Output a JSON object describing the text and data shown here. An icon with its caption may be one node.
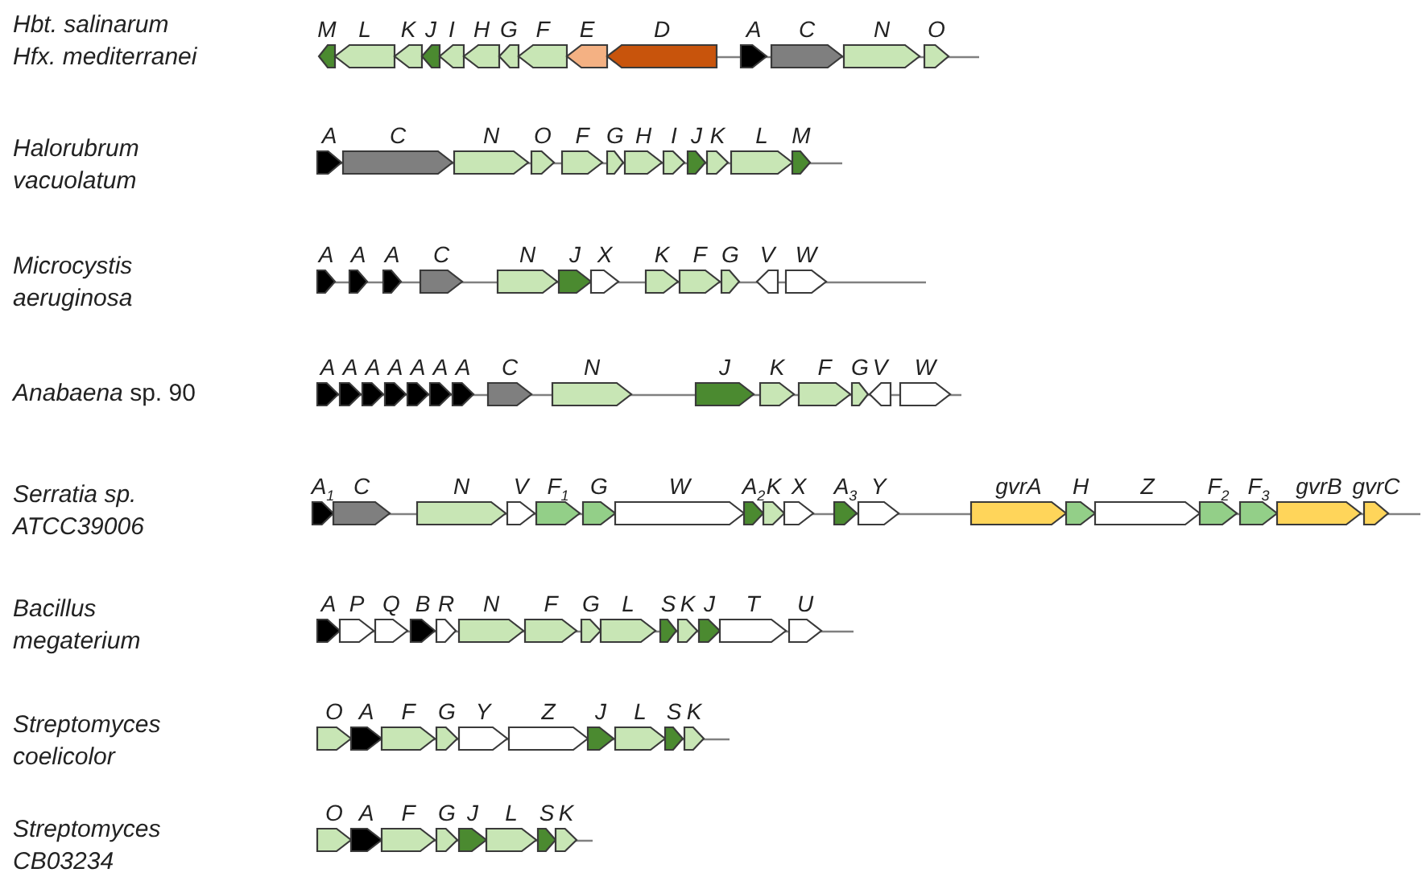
{
  "diagram": {
    "nodes": [
      {
        "text": [
          "M"
        ]
      },
      {
        "text": [
          "L"
        ]
      },
      {
        "text": [
          "K"
        ]
      },
      {
        "text": [
          "J"
        ]
      },
      {
        "text": [
          "I"
        ]
      },
      {
        "text": [
          "H"
        ]
      },
      {
        "text": [
          "G"
        ]
      },
      {
        "text": [
          "F"
        ]
      },
      {
        "text": [
          "E"
        ]
      },
      {
        "text": [
          "D"
        ]
      },
      {
        "text": [
          "A"
        ]
      },
      {
        "text": [
          "C"
        ]
      },
      {
        "text": [
          "N"
        ]
      },
      {
        "text": [
          "O"
        ]
      },
      {
        "text": [
          "A"
        ]
      },
      {
        "text": [
          "C"
        ]
      },
      {
        "text": [
          "N"
        ]
      },
      {
        "text": [
          "O"
        ]
      },
      {
        "text": [
          "F"
        ]
      },
      {
        "text": [
          "G"
        ]
      },
      {
        "text": [
          "H"
        ]
      },
      {
        "text": [
          "I"
        ]
      },
      {
        "text": [
          "J"
        ]
      },
      {
        "text": [
          "K"
        ]
      },
      {
        "text": [
          "L"
        ]
      },
      {
        "text": [
          "M"
        ]
      },
      {
        "text": [
          "A"
        ]
      },
      {
        "text": [
          "A"
        ]
      },
      {
        "text": [
          "A"
        ]
      },
      {
        "text": [
          "C"
        ]
      },
      {
        "text": [
          "N"
        ]
      },
      {
        "text": [
          "J"
        ]
      },
      {
        "text": [
          "X"
        ]
      },
      {
        "text": [
          "K"
        ]
      },
      {
        "text": [
          "F"
        ]
      },
      {
        "text": [
          "G"
        ]
      },
      {
        "text": [
          "V"
        ]
      },
      {
        "text": [
          "W"
        ]
      },
      {
        "text": [
          "A"
        ]
      },
      {
        "text": [
          "A"
        ]
      },
      {
        "text": [
          "A"
        ]
      },
      {
        "text": [
          "A"
        ]
      },
      {
        "text": [
          "A"
        ]
      },
      {
        "text": [
          "A"
        ]
      },
      {
        "text": [
          "A"
        ]
      },
      {
        "text": [
          "C"
        ]
      },
      {
        "text": [
          "N"
        ]
      },
      {
        "text": [
          "J"
        ]
      },
      {
        "text": [
          "K"
        ]
      },
      {
        "text": [
          "F"
        ]
      },
      {
        "text": [
          "G"
        ]
      },
      {
        "text": [
          "V"
        ]
      },
      {
        "text": [
          "W"
        ]
      },
      {
        "text": [
          "A$_{1}$"
        ]
      },
      {
        "text": [
          "C"
        ]
      },
      {
        "text": [
          "N"
        ]
      },
      {
        "text": [
          "V"
        ]
      },
      {
        "text": [
          "F$_{1}$"
        ]
      },
      {
        "text": [
          "G"
        ]
      },
      {
        "text": [
          "W"
        ]
      },
      {
        "text": [
          "A$_{2}$"
        ]
      },
      {
        "text": [
          "K"
        ]
      },
      {
        "text": [
          "X"
        ]
      },
      {
        "text": [
          "A$_{3}$"
        ]
      },
      {
        "text": [
          "Y"
        ]
      },
      {
        "text": [
          "gvrA"
        ]
      },
      {
        "text": [
          "H"
        ]
      },
      {
        "text": [
          "Z"
        ]
      },
      {
        "text": [
          "F$_{2}$"
        ]
      },
      {
        "text": [
          "F$_{3}$"
        ]
      },
      {
        "text": [
          "gvrB"
        ]
      },
      {
        "text": [
          "gvrC"
        ]
      },
      {
        "text": [
          "A"
        ]
      },
      {
        "text": [
          "P"
        ]
      },
      {
        "text": [
          "Q"
        ]
      },
      {
        "text": [
          "B"
        ]
      },
      {
        "text": [
          "R"
        ]
      },
      {
        "text": [
          "N"
        ]
      },
      {
        "text": [
          "F"
        ]
      },
      {
        "text": [
          "G"
        ]
      },
      {
        "text": [
          "L"
        ]
      },
      {
        "text": [
          "S"
        ]
      },
      {
        "text": [
          "K"
        ]
      },
      {
        "text": [
          "J"
        ]
      },
      {
        "text": [
          "T"
        ]
      },
      {
        "text": [
          "U"
        ]
      },
      {
        "text": [
          "O"
        ]
      },
      {
        "text": [
          "A"
        ]
      },
      {
        "text": [
          "F"
        ]
      },
      {
        "text": [
          "G"
        ]
      },
      {
        "text": [
          "Y"
        ]
      },
      {
        "text": [
          "Z"
        ]
      },
      {
        "text": [
          "J"
        ]
      },
      {
        "text": [
          "L"
        ]
      },
      {
        "text": [
          "S"
        ]
      },
      {
        "text": [
          "K"
        ]
      },
      {
        "text": [
          "O"
        ]
      },
      {
        "text": [
          "A"
        ]
      },
      {
        "text": [
          "F"
        ]
      },
      {
        "text": [
          "G"
        ]
      },
      {
        "text": [
          "J"
        ]
      },
      {
        "text": [
          "L"
        ]
      },
      {
        "text": [
          "S"
        ]
      },
      {
        "text": [
          "K"
        ]
      }
    ],
    "labels": [
      "Hbt. salinarum",
      "Hfx. mediterranei",
      "Halorubrum vacuolatum",
      "Microcystis aeruginosa",
      "*Anabaena* sp. 90",
      "Serratia sp. ATCC39006",
      "Bacillus megaterium",
      "Streptomyces coelicolor",
      "Streptomyces CB03234"
    ]
  }
}
